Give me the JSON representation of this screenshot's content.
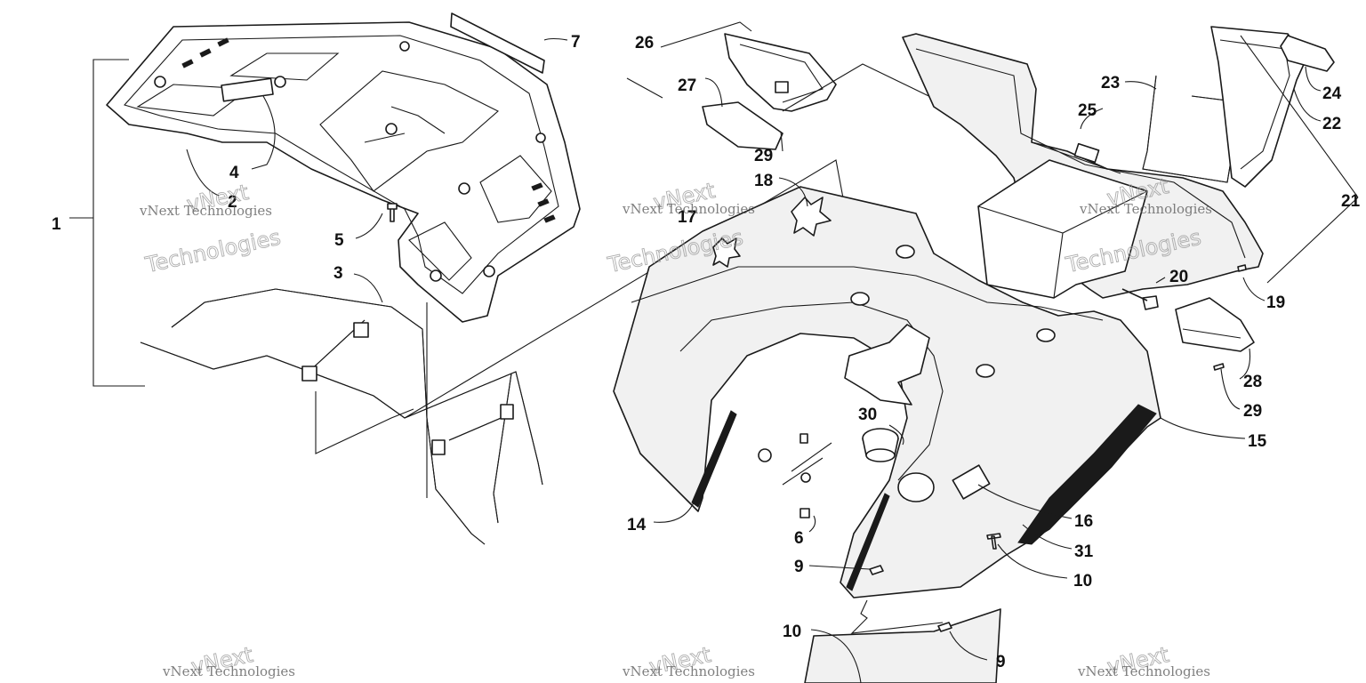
{
  "diagram": {
    "callouts": [
      {
        "id": "1",
        "label": "1"
      },
      {
        "id": "2",
        "label": "2"
      },
      {
        "id": "3",
        "label": "3"
      },
      {
        "id": "4",
        "label": "4"
      },
      {
        "id": "5",
        "label": "5"
      },
      {
        "id": "6",
        "label": "6"
      },
      {
        "id": "7",
        "label": "7"
      },
      {
        "id": "9a",
        "label": "9"
      },
      {
        "id": "9b",
        "label": "9"
      },
      {
        "id": "10a",
        "label": "10"
      },
      {
        "id": "10b",
        "label": "10"
      },
      {
        "id": "14",
        "label": "14"
      },
      {
        "id": "15",
        "label": "15"
      },
      {
        "id": "16",
        "label": "16"
      },
      {
        "id": "17",
        "label": "17"
      },
      {
        "id": "18",
        "label": "18"
      },
      {
        "id": "19",
        "label": "19"
      },
      {
        "id": "20",
        "label": "20"
      },
      {
        "id": "21",
        "label": "21"
      },
      {
        "id": "22",
        "label": "22"
      },
      {
        "id": "23",
        "label": "23"
      },
      {
        "id": "24",
        "label": "24"
      },
      {
        "id": "25",
        "label": "25"
      },
      {
        "id": "26",
        "label": "26"
      },
      {
        "id": "27",
        "label": "27"
      },
      {
        "id": "28",
        "label": "28"
      },
      {
        "id": "29a",
        "label": "29"
      },
      {
        "id": "29b",
        "label": "29"
      },
      {
        "id": "30",
        "label": "30"
      },
      {
        "id": "31",
        "label": "31"
      }
    ],
    "watermark": {
      "line1": "vNext Technologies",
      "big_a": "vNext",
      "big_b": "Technologies"
    }
  }
}
